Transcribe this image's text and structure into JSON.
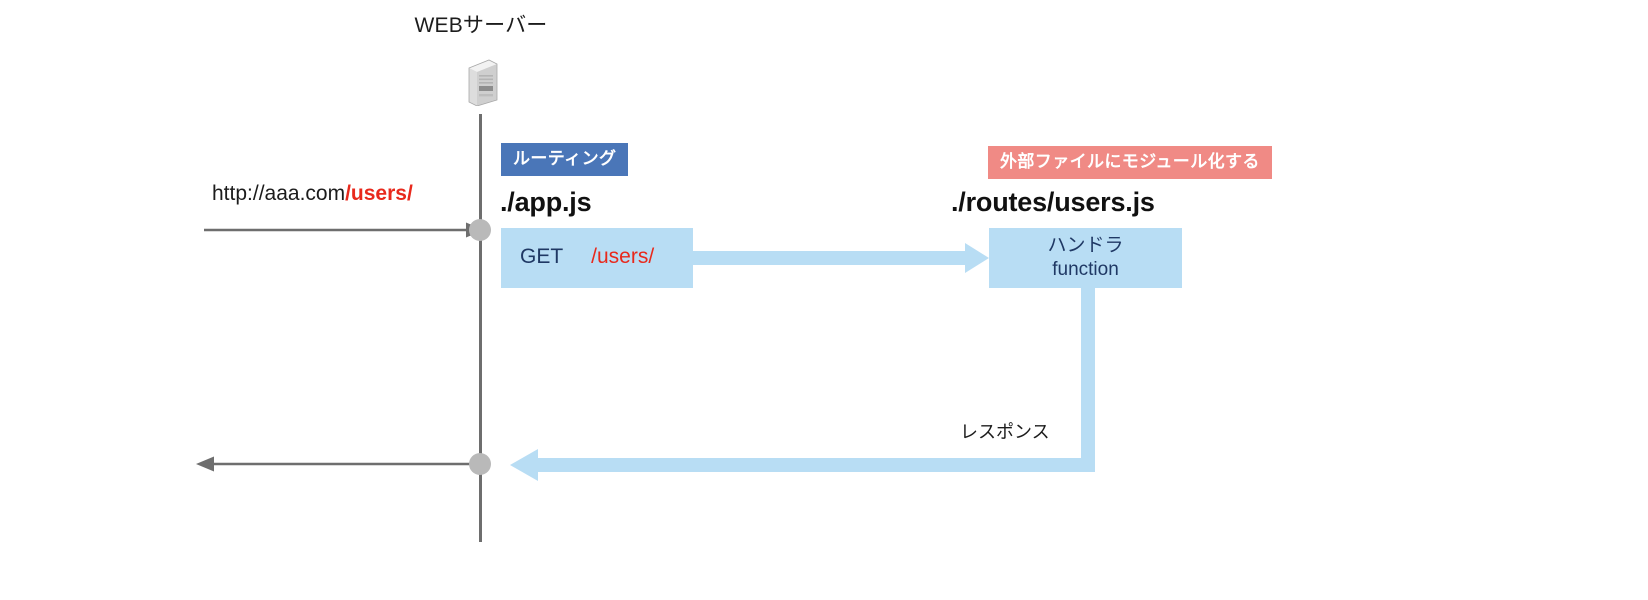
{
  "diagram": {
    "server": {
      "label": "WEBサーバー",
      "icon": "server-tower-icon"
    },
    "request": {
      "url_host": "http://aaa.com",
      "url_path": "/users/",
      "arrow_icon": "arrow-right-icon"
    },
    "response": {
      "label": "レスポンス",
      "arrow_icon": "arrow-left-icon"
    },
    "app": {
      "badge": "ルーティング",
      "badge_color": "#4a76b8",
      "title": "./app.js",
      "route": {
        "verb": "GET",
        "path": "/users/",
        "verb_color": "#1f3864",
        "path_color": "#e8291c",
        "box_color": "#b8ddf4"
      }
    },
    "routes_module": {
      "badge": "外部ファイルにモジュール化する",
      "badge_color": "#f08a85",
      "title": "./routes/users.js",
      "handler": {
        "line1": "ハンドラ",
        "line2": "function",
        "text_color": "#1f3864",
        "box_color": "#b8ddf4"
      }
    },
    "connectors": {
      "forward_arrow_icon": "blue-arrow-right-icon",
      "return_arrow_icon": "blue-arrow-left-icon",
      "lifeline_color": "#6e6e6e",
      "node_color": "#b9b9b9",
      "connector_color": "#b8ddf4"
    }
  }
}
